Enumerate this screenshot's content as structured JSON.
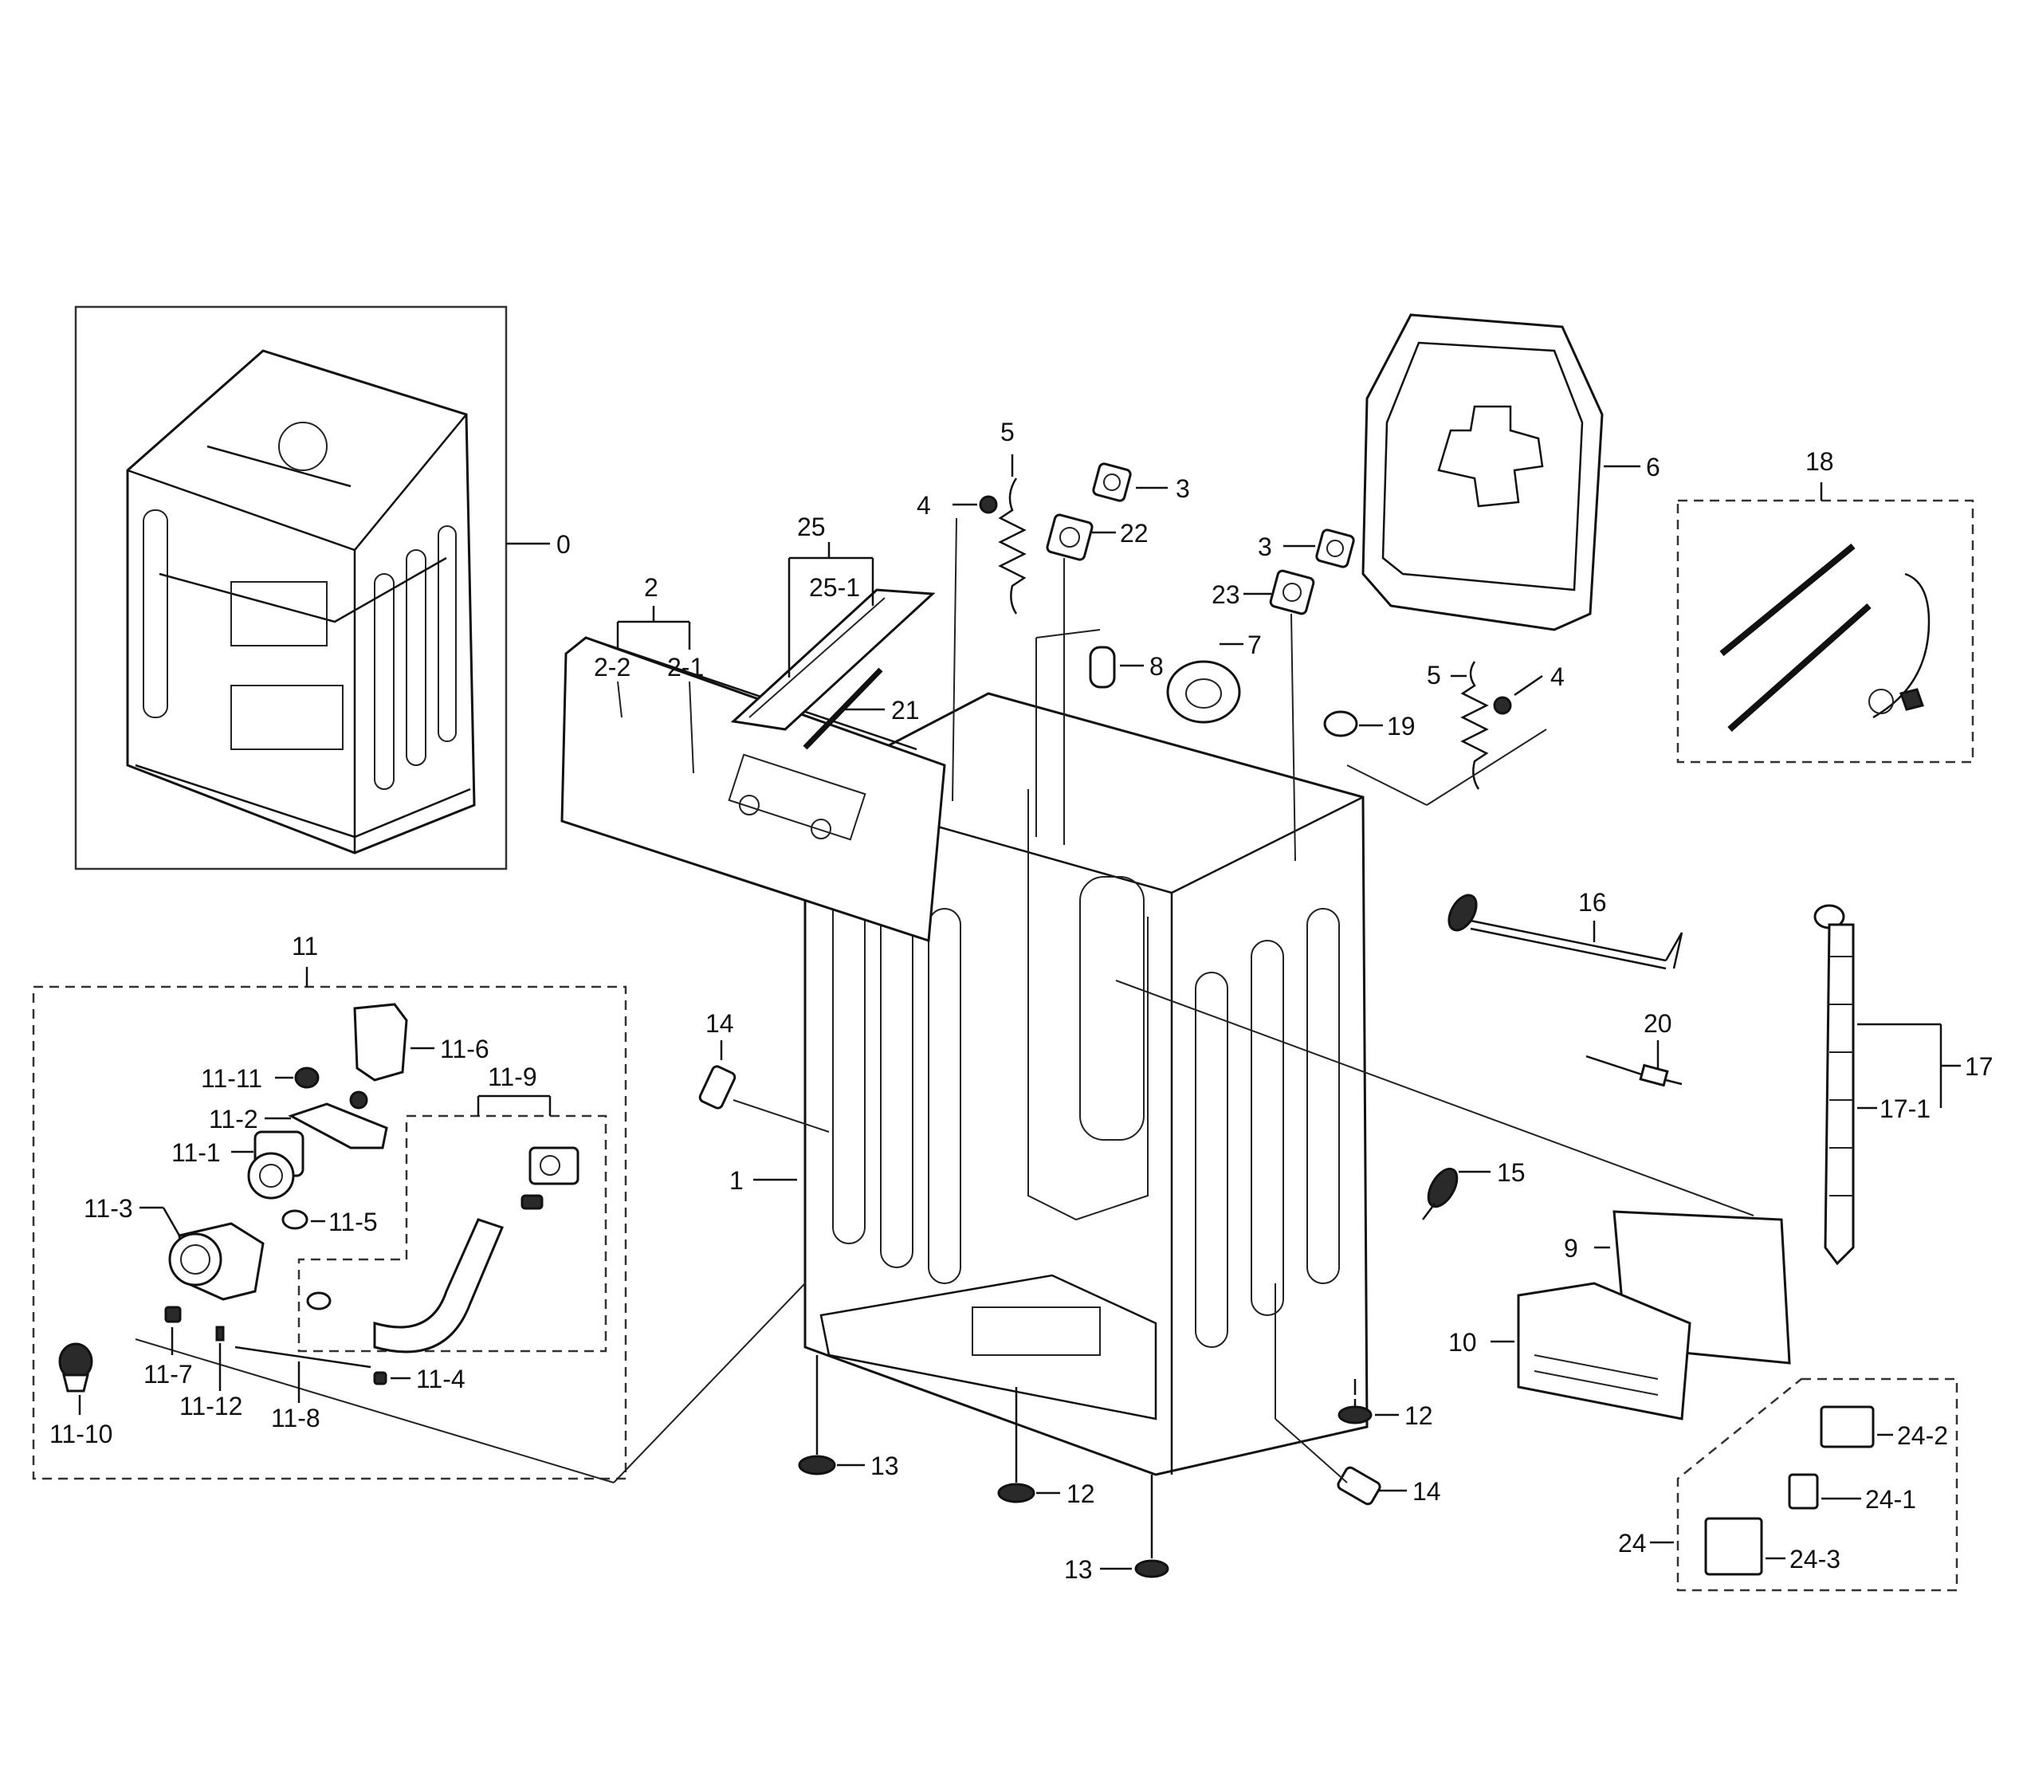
{
  "labels": {
    "l0": "0",
    "l1": "1",
    "l2": "2",
    "l2_1": "2-1",
    "l2_2": "2-2",
    "l3a": "3",
    "l3b": "3",
    "l4a": "4",
    "l4b": "4",
    "l5a": "5",
    "l5b": "5",
    "l6": "6",
    "l7": "7",
    "l8": "8",
    "l9": "9",
    "l10": "10",
    "l11": "11",
    "l11_1": "11-1",
    "l11_2": "11-2",
    "l11_3": "11-3",
    "l11_4": "11-4",
    "l11_5": "11-5",
    "l11_6": "11-6",
    "l11_7": "11-7",
    "l11_8": "11-8",
    "l11_9": "11-9",
    "l11_10": "11-10",
    "l11_11": "11-11",
    "l11_12": "11-12",
    "l12a": "12",
    "l12b": "12",
    "l13a": "13",
    "l13b": "13",
    "l14a": "14",
    "l14b": "14",
    "l15": "15",
    "l16": "16",
    "l17": "17",
    "l17_1": "17-1",
    "l18": "18",
    "l19": "19",
    "l20": "20",
    "l21": "21",
    "l22": "22",
    "l23": "23",
    "l24": "24",
    "l24_1": "24-1",
    "l24_2": "24-2",
    "l24_3": "24-3",
    "l25": "25",
    "l25_1": "25-1"
  }
}
